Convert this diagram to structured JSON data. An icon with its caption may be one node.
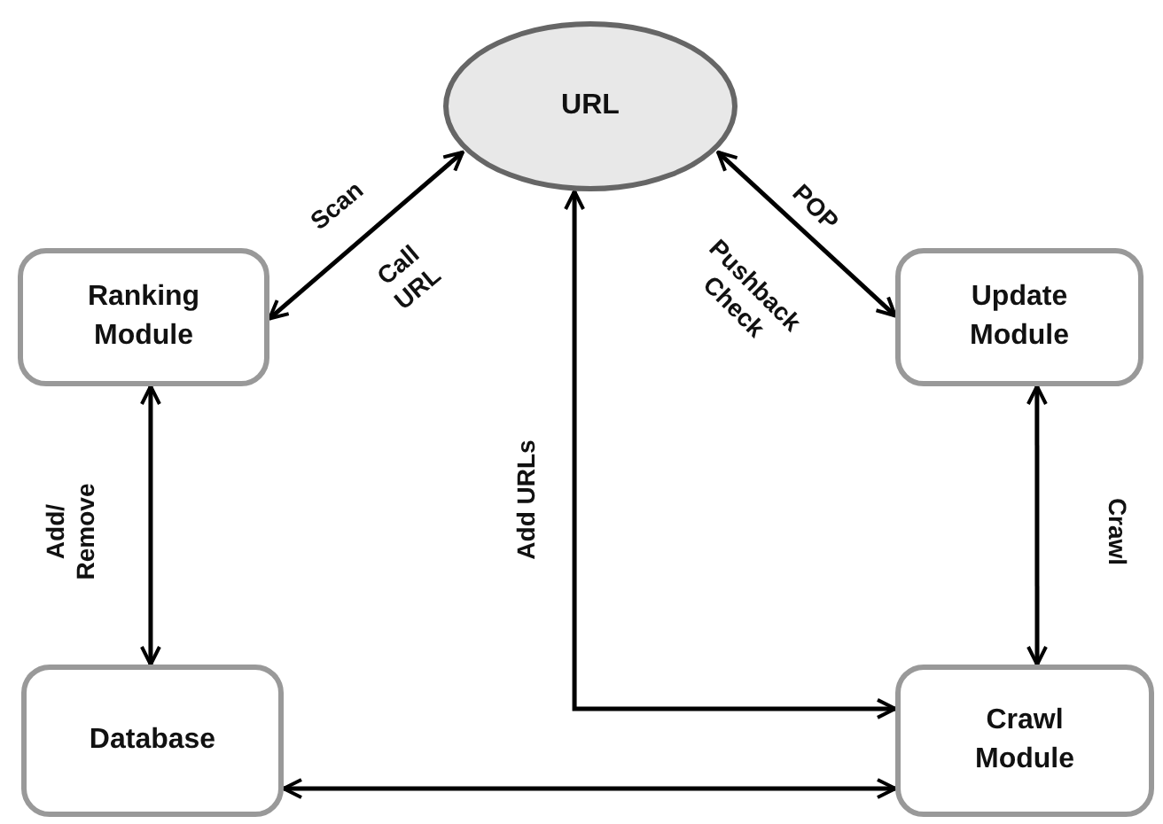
{
  "diagram": {
    "nodes": [
      {
        "text": [
          "URL"
        ]
      },
      {
        "text": [
          "Ranking Module"
        ]
      },
      {
        "text": [
          "Update Module"
        ]
      },
      {
        "text": [
          "Database"
        ]
      },
      {
        "text": [
          "Crawl Module"
        ]
      }
    ],
    "edges": [
      {
        "from": 1,
        "to": 0,
        "arrow": "both",
        "label": "Scan"
      },
      {
        "from": 0,
        "to": 2,
        "arrow": "both",
        "label": "POP"
      },
      {
        "from": 1,
        "to": 3,
        "arrow": "both",
        "label": "Add/ Remove"
      },
      {
        "from": 2,
        "to": 4,
        "arrow": "both",
        "label": "Crawl"
      },
      {
        "from": 0,
        "to": 4,
        "arrow": "both",
        "label": "Add URLs"
      },
      {
        "from": 3,
        "to": 4,
        "arrow": "both"
      }
    ],
    "labels": [
      "Call URL",
      "Pushback Check"
    ]
  }
}
